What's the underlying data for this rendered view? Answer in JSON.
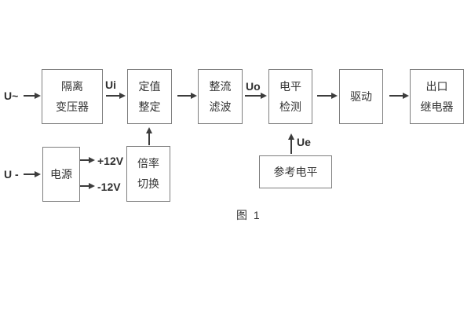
{
  "diagram": {
    "caption": "图 1",
    "inputs": {
      "ac": "U~",
      "dc": "U -"
    },
    "signals": {
      "ui": "Ui",
      "uo": "Uo",
      "ue": "Ue"
    },
    "rails": {
      "pos": "+12V",
      "neg": "-12V"
    },
    "blocks": {
      "isolation_transformer": {
        "line1": "隔离",
        "line2": "变压器"
      },
      "setpoint_adjust": {
        "line1": "定值",
        "line2": "整定"
      },
      "rectifier_filter": {
        "line1": "整流",
        "line2": "滤波"
      },
      "level_detect": {
        "line1": "电平",
        "line2": "检测"
      },
      "driver": {
        "label": "驱动"
      },
      "output_relay": {
        "line1": "出口",
        "line2": "继电器"
      },
      "power_supply": {
        "label": "电源"
      },
      "ratio_switch": {
        "line1": "倍率",
        "line2": "切换"
      },
      "reference_level": {
        "label": "参考电平"
      }
    },
    "colors": {
      "line": "#3c3c3c",
      "border": "#7e7e7e",
      "text": "#333333",
      "background": "#ffffff"
    }
  }
}
